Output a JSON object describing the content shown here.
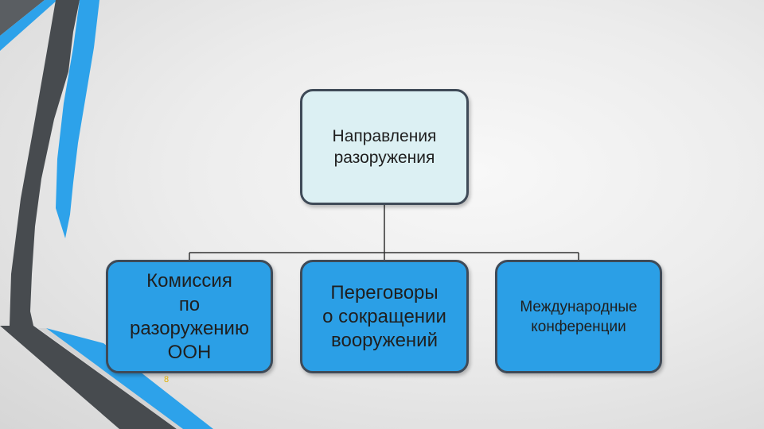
{
  "diagram": {
    "root": {
      "label": "Направления\nразоружения"
    },
    "children": [
      {
        "label": "Комиссия\nпо\nразоружению\nООН"
      },
      {
        "label": "Переговоры\nо сокращении\nвооружений"
      },
      {
        "label": "Международные\nконференции"
      }
    ]
  },
  "slide_number": "8",
  "colors": {
    "root_fill": "#dcf0f3",
    "child_fill": "#2b9fe6",
    "border": "#3f4a57",
    "accent_blue": "#2da2ea",
    "accent_dark": "#474b4f"
  }
}
